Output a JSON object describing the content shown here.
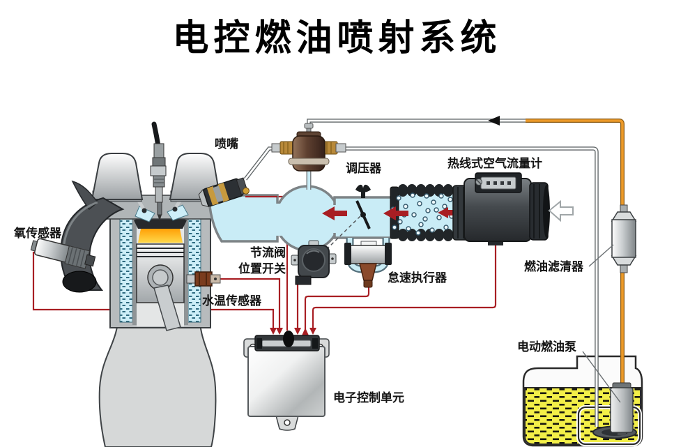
{
  "title": "电控燃油喷射系统",
  "labels": {
    "injector": "喷嘴",
    "pressure_regulator": "调压器",
    "air_flow_meter": "热线式空气流量计",
    "oxygen_sensor": "氧传感器",
    "throttle_switch_line1": "节流阀",
    "throttle_switch_line2": "位置开关",
    "idle_actuator": "怠速执行器",
    "coolant_temp_sensor": "水温传感器",
    "fuel_filter": "燃油滤清器",
    "electric_fuel_pump": "电动燃油泵",
    "ecu": "电子控制单元"
  },
  "colors": {
    "wire_red": "#a81e23",
    "fuel_line_orange": "#ec9928",
    "air_duct_blue": "#c9ecf6",
    "fuel_yellow": "#f3ef48",
    "flame_orange": "#ff8a00",
    "metal_dark": "#2f3336"
  }
}
